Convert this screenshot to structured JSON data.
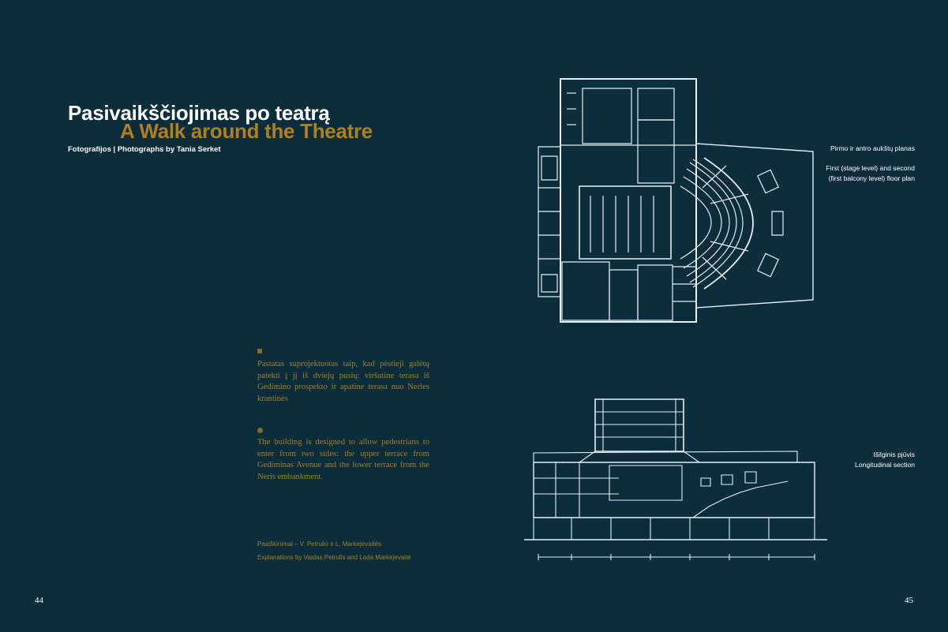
{
  "header": {
    "title_lt": "Pasivaikščiojimas po teatrą",
    "title_en": "A Walk around the Theatre",
    "credit": "Fotografijos | Photographs by Tania Serket"
  },
  "body": {
    "paragraph_lt": "Pastatas suprojektuotas taip, kad pėstieji galėtų patekti į jį iš dviejų pusių: viršutine terasa iš Gedimino prospekto ir apatine terasa nuo Neries krantinės",
    "paragraph_en": "The building is designed to allow pedestrians to enter from two sides: the upper terrace from Gediminas Avenue and the lower terrace from the Neris embankment.",
    "explanations_lt": "Paaiškinimai – V. Petrulio ir L. Markejevaitės",
    "explanations_en": "Explanations by Vaidas Petrulis and Lada Markejevaitė"
  },
  "captions": {
    "plan_lt": "Pirmo ir antro aukštų planas",
    "plan_en": "First (stage level) and second (first balcony level) floor plan",
    "section_lt": "Išilginis pjūvis",
    "section_en": "Longitudinal section"
  },
  "pages": {
    "left": "44",
    "right": "45"
  },
  "colors": {
    "background": "#0c2d3c",
    "accent": "#a7801f",
    "title_accent": "#b17f1c",
    "text": "#ffffff"
  }
}
